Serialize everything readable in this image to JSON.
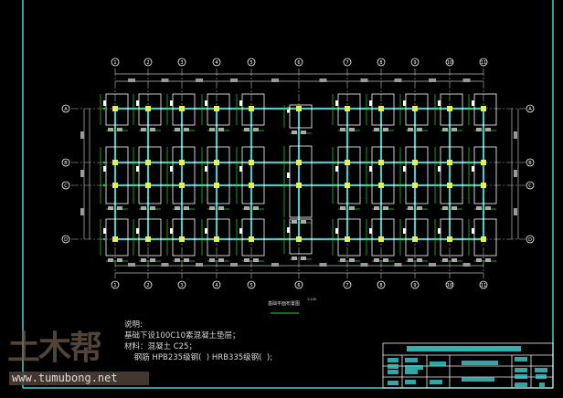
{
  "drawing": {
    "caption": "基础平面布置图",
    "scale": "1:100",
    "column_axes": [
      "1",
      "2",
      "3",
      "4",
      "5",
      "6",
      "7",
      "8",
      "9",
      "10",
      "11"
    ],
    "row_axes": [
      "A",
      "B",
      "C",
      "D"
    ]
  },
  "notes": {
    "heading": "说明:",
    "lines": [
      "基础下设100C10素混凝土垫层；",
      "材料：混凝土 C25；",
      "    钢筋 HPB235级钢(  ) HRB335级钢(  );"
    ]
  },
  "watermark": {
    "logo": "土木帮",
    "url": "www.tumubong.net"
  },
  "colors": {
    "frame": "#3fd0d0",
    "beam": "#59d6d6",
    "footing": "#ffffff",
    "dimension": "#22dd22",
    "column": "#e8f050",
    "axis": "#bbbbbb"
  }
}
